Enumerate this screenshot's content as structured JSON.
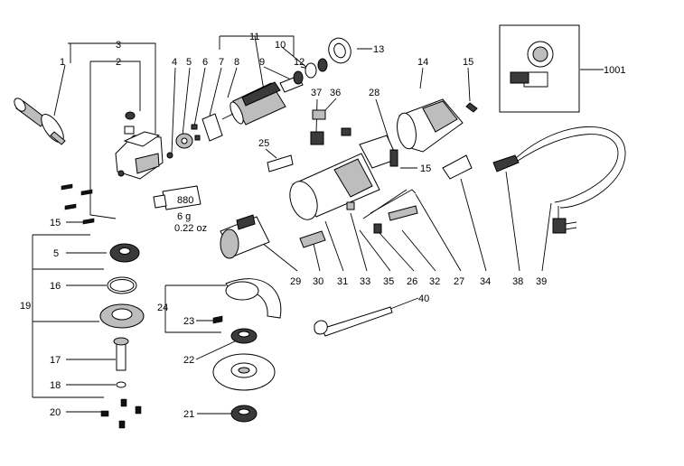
{
  "callouts": {
    "c1": "1",
    "c2": "2",
    "c3": "3",
    "c4": "4",
    "c5": "5",
    "c6": "6",
    "c7": "7",
    "c8": "8",
    "c9": "9",
    "c10": "10",
    "c11": "11",
    "c12": "12",
    "c13": "13",
    "c14": "14",
    "c15": "15",
    "c16": "16",
    "c17": "17",
    "c18": "18",
    "c19": "19",
    "c20": "20",
    "c21": "21",
    "c22": "22",
    "c23": "23",
    "c24": "24",
    "c25": "25",
    "c26": "26",
    "c27": "27",
    "c28": "28",
    "c29": "29",
    "c30": "30",
    "c31": "31",
    "c32": "32",
    "c33": "33",
    "c34": "34",
    "c35": "35",
    "c36": "36",
    "c37": "37",
    "c38": "38",
    "c39": "39",
    "c40": "40",
    "c1001": "1001"
  },
  "grease": {
    "product": "880",
    "weight": "6 g",
    "ounces": "0.22 oz"
  }
}
